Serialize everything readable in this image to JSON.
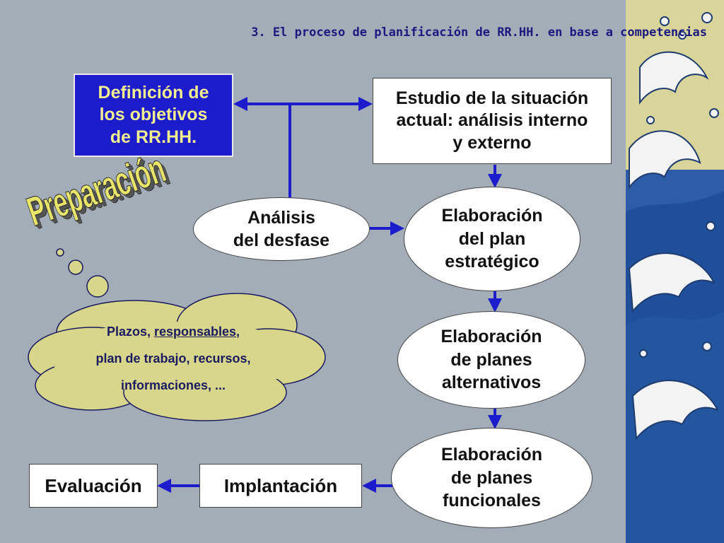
{
  "header": {
    "title": "3. El proceso de planificación de RR.HH. en base a competencias"
  },
  "label": {
    "preparacion": "Preparación"
  },
  "nodes": {
    "definicion": {
      "line1": "Definición de",
      "line2": "los objetivos",
      "line3": "de RR.HH."
    },
    "estudio": {
      "line1": "Estudio de la situación",
      "line2": "actual: análisis interno",
      "line3": "y externo"
    },
    "analisis": {
      "line1": "Análisis",
      "line2": "del desfase"
    },
    "plan_estrategico": {
      "line1": "Elaboración",
      "line2": "del plan",
      "line3": "estratégico"
    },
    "planes_alternativos": {
      "line1": "Elaboración",
      "line2": "de planes",
      "line3": "alternativos"
    },
    "planes_funcionales": {
      "line1": "Elaboración",
      "line2": "de planes",
      "line3": "funcionales"
    },
    "implantacion": {
      "label": "Implantación"
    },
    "evaluacion": {
      "label": "Evaluación"
    }
  },
  "cloud": {
    "plazos": "Plazos, ",
    "responsables": "responsables",
    "comma": ",",
    "line2": "plan de trabajo, recursos,",
    "line3": "informaciones, ..."
  },
  "colors": {
    "background": "#a3adb7",
    "arrow": "#1c1ccc",
    "cloud": "#d8d68a",
    "definicion_fill": "#1c1ccc",
    "definicion_text": "#f1ee90"
  }
}
